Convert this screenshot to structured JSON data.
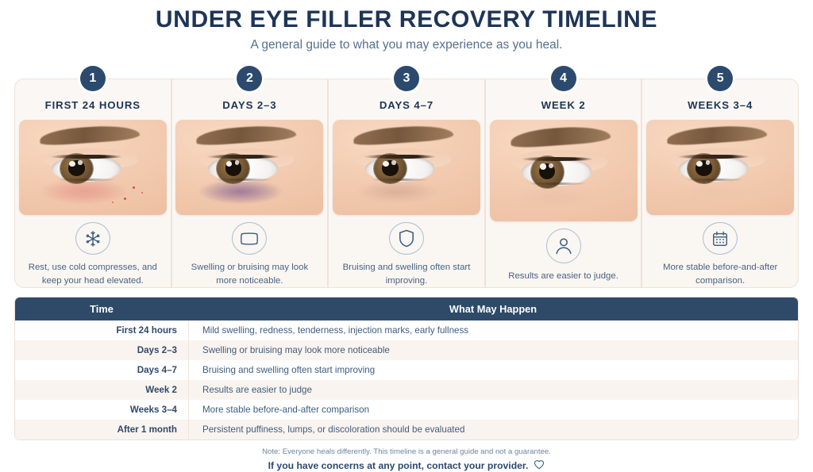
{
  "header": {
    "title": "UNDER EYE FILLER RECOVERY TIMELINE",
    "subtitle": "A general guide to what you may experience as you heal."
  },
  "colors": {
    "navy": "#2c4a6e",
    "title_navy": "#1d3557",
    "table_header": "#2e4a68",
    "card_bg": "#faf6f2",
    "row_alt": "#f9f4ef",
    "icon_outline": "#a9bed3"
  },
  "timeline": {
    "steps": [
      {
        "number": "1",
        "title": "FIRST 24 HOURS",
        "caption": "Rest, use cold compresses, and keep your head elevated.",
        "icon": "snowflake-icon"
      },
      {
        "number": "2",
        "title": "DAYS 2–3",
        "caption": "Swelling or bruising may look more noticeable.",
        "icon": "pillow-icon"
      },
      {
        "number": "3",
        "title": "DAYS 4–7",
        "caption": "Bruising and swelling often start improving.",
        "icon": "shield-icon"
      },
      {
        "number": "4",
        "title": "WEEK 2",
        "caption": "Results are easier to judge.",
        "icon": "person-icon"
      },
      {
        "number": "5",
        "title": "WEEKS 3–4",
        "caption": "More stable before-and-after comparison.",
        "icon": "calendar-icon"
      }
    ]
  },
  "table": {
    "headers": [
      "Time",
      "What May Happen"
    ],
    "rows": [
      [
        "First 24 hours",
        "Mild swelling, redness, tenderness, injection marks, early fullness"
      ],
      [
        "Days 2–3",
        "Swelling or bruising may look more noticeable"
      ],
      [
        "Days 4–7",
        "Bruising and swelling often start improving"
      ],
      [
        "Week 2",
        "Results are easier to judge"
      ],
      [
        "Weeks 3–4",
        "More stable before-and-after comparison"
      ],
      [
        "After 1 month",
        "Persistent puffiness, lumps, or discoloration should be evaluated"
      ]
    ]
  },
  "footer": {
    "note": "Note: Everyone heals differently. This timeline is a general guide and not a guarantee.",
    "cta": "If you have concerns at any point, contact your provider.",
    "icon": "heart-icon"
  }
}
